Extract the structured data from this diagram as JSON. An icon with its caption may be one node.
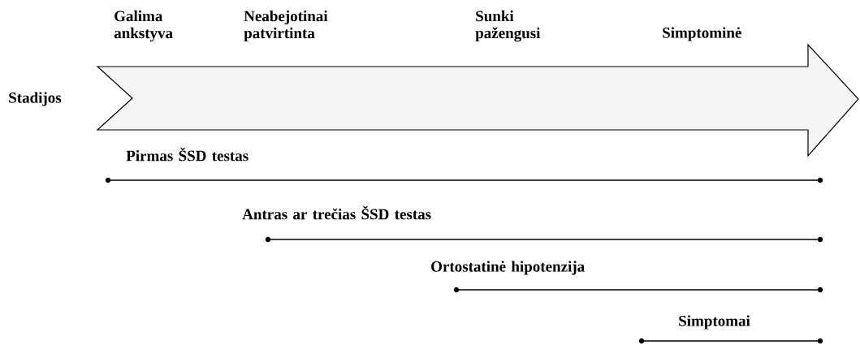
{
  "diagram": {
    "labels": [
      "Galima ankstyva",
      "Neabejotinai patvirtinta",
      "Sunki pažengusi",
      "Simptominė",
      "Stadijos",
      "Pirmas ŠSD testas",
      "Antras ar trečias ŠSD testas",
      "Ortostatinė hipotenzija",
      "Simptomai"
    ]
  }
}
